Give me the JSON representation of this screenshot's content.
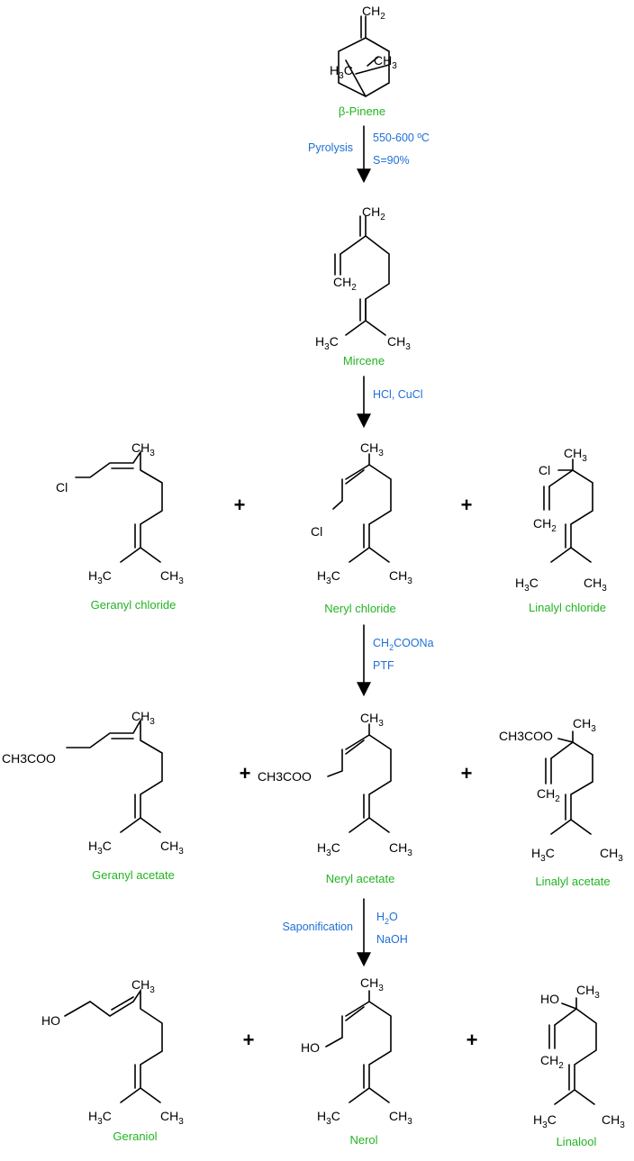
{
  "colors": {
    "name": "#22b422",
    "condition": "#1f6fd6",
    "structure": "#000000"
  },
  "labels": {
    "ch2": "CH",
    "h3c_h": "H",
    "h3c_c": "C",
    "ch3": "CH",
    "sub2": "2",
    "sub3": "3",
    "cl": "Cl",
    "hcbr": "HO",
    "ac": "CH3COO"
  },
  "compounds": {
    "pinene": "β-Pinene",
    "mircene": "Mircene",
    "geranyl_chloride": "Geranyl chloride",
    "neryl_chloride": "Neryl chloride",
    "linalyl_chloride": "Linalyl chloride",
    "geranyl_acetate": "Geranyl acetate",
    "neryl_acetate": "Neryl acetate",
    "linalyl_acetate": "Linalyl acetate",
    "geraniol": "Geraniol",
    "nerol": "Nerol",
    "linalool": "Linalool"
  },
  "steps": {
    "pyrolysis": {
      "left": "Pyrolysis",
      "right1": "550-600 ºC",
      "right2": "S=90%"
    },
    "hydrochlorination": {
      "right1": "HCl, CuCl"
    },
    "acetylation": {
      "right1a": "CH",
      "right1sub": "2",
      "right1b": "COONa",
      "right2": "PTF"
    },
    "saponification": {
      "left": "Saponification",
      "right1a": "H",
      "right1sub": "2",
      "right1b": "O",
      "right2": "NaOH"
    }
  },
  "plus_sign": "+"
}
